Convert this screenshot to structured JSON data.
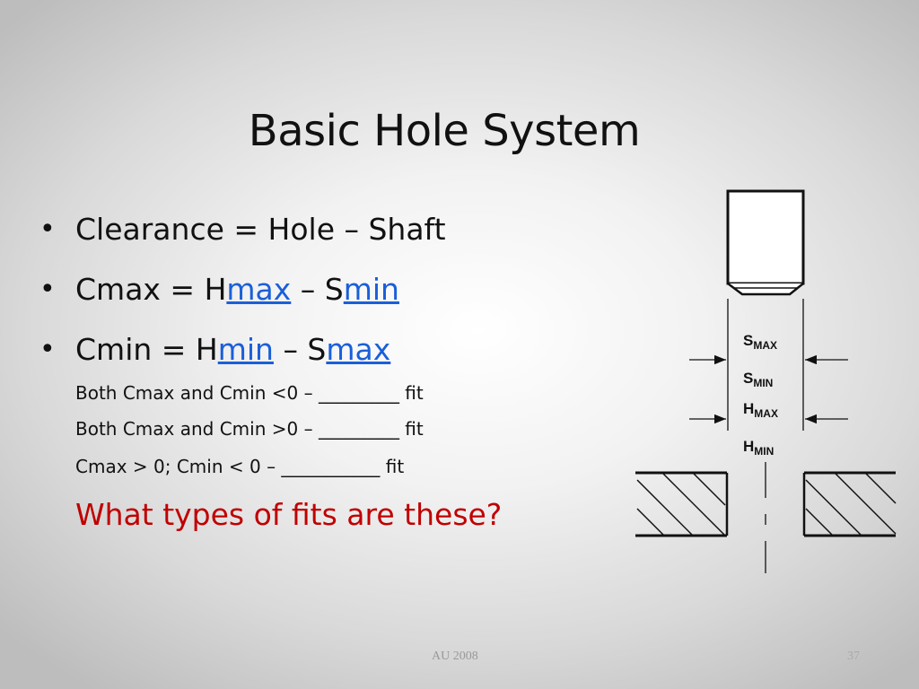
{
  "title": "Basic Hole System",
  "bullets": [
    {
      "prefix": "Clearance = Hole – Shaft"
    },
    {
      "prefix": "Cmax = H",
      "link1": "max",
      "mid": " – S",
      "link2": "min"
    },
    {
      "prefix": "Cmin = H",
      "link1": "min",
      "mid": " – S",
      "link2": "max"
    }
  ],
  "sub_lines": [
    "Both Cmax and Cmin <0 – _________ fit",
    "Both Cmax and Cmin >0 – _________ fit",
    "Cmax > 0; Cmin < 0 – ___________ fit"
  ],
  "question": "What types of fits are these?",
  "diagram": {
    "labels": [
      {
        "main": "S",
        "sub": "MAX"
      },
      {
        "main": "S",
        "sub": "MIN"
      },
      {
        "main": "H",
        "sub": "MAX"
      },
      {
        "main": "H",
        "sub": "MIN"
      }
    ]
  },
  "footer": {
    "left": "AU 2008",
    "right": "37"
  }
}
